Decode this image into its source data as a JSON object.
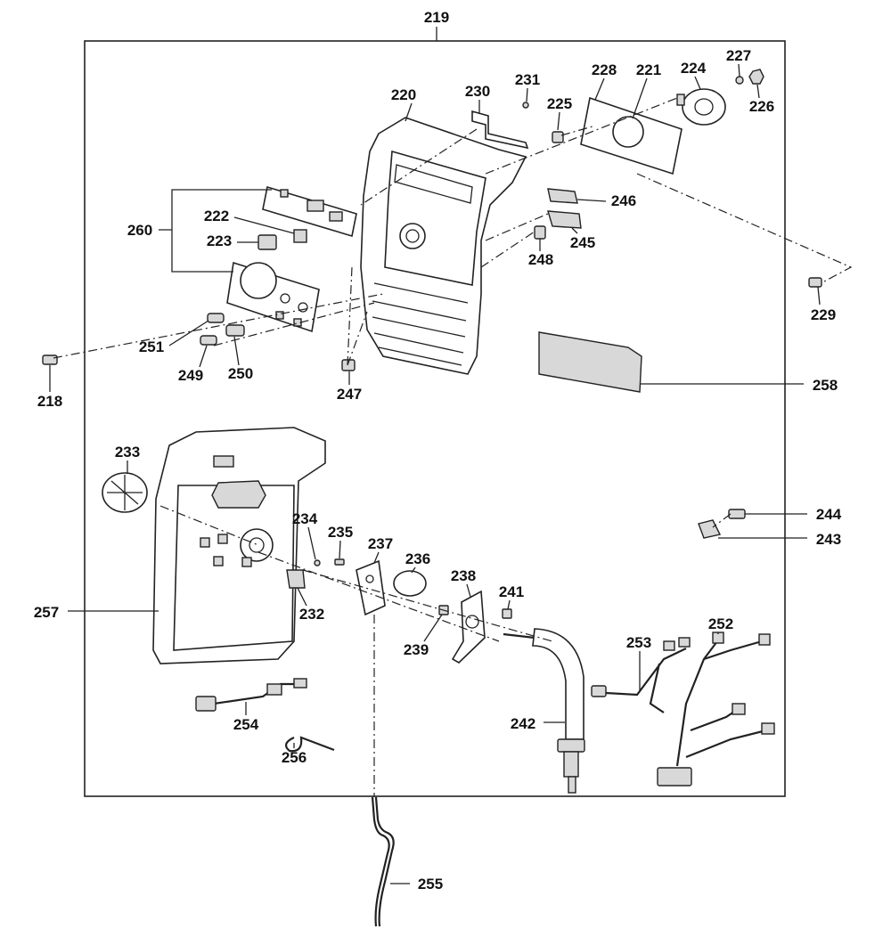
{
  "labels": {
    "p219": "219",
    "p220": "220",
    "p230": "230",
    "p231": "231",
    "p225": "225",
    "p228": "228",
    "p221": "221",
    "p224": "224",
    "p227": "227",
    "p226": "226",
    "p260": "260",
    "p222": "222",
    "p223": "223",
    "p246": "246",
    "p245": "245",
    "p248": "248",
    "p229": "229",
    "p251": "251",
    "p249": "249",
    "p250": "250",
    "p218": "218",
    "p247": "247",
    "p258": "258",
    "p233": "233",
    "p244": "244",
    "p243": "243",
    "p234": "234",
    "p235": "235",
    "p237": "237",
    "p236": "236",
    "p238": "238",
    "p241": "241",
    "p257": "257",
    "p232": "232",
    "p239": "239",
    "p252": "252",
    "p253": "253",
    "p254": "254",
    "p242": "242",
    "p256": "256",
    "p255": "255"
  }
}
